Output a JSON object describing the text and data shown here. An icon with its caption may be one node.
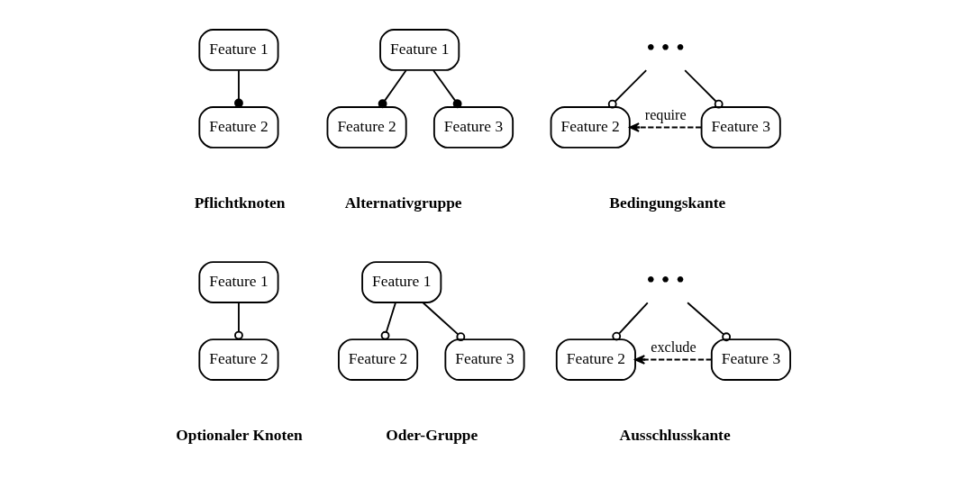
{
  "diagram": {
    "nodes": [
      {
        "text": [
          "Feature 1"
        ]
      },
      {
        "text": [
          "Feature 2"
        ]
      },
      {
        "text": [
          "Feature 1"
        ]
      },
      {
        "text": [
          "Feature 2"
        ]
      },
      {
        "text": [
          "Feature 3"
        ]
      },
      {
        "text": [
          "• • •"
        ]
      },
      {
        "text": [
          "Feature 2"
        ]
      },
      {
        "text": [
          "Feature 3"
        ]
      },
      {
        "text": [
          "Feature 1"
        ]
      },
      {
        "text": [
          "Feature 2"
        ]
      },
      {
        "text": [
          "Feature 1"
        ]
      },
      {
        "text": [
          "Feature 2"
        ]
      },
      {
        "text": [
          "Feature 3"
        ]
      },
      {
        "text": [
          "• • •"
        ]
      },
      {
        "text": [
          "Feature 2"
        ]
      },
      {
        "text": [
          "Feature 3"
        ]
      }
    ],
    "edges": [
      {
        "from": 0,
        "to": 1,
        "arrow": "other"
      },
      {
        "from": 2,
        "to": 3,
        "arrow": "other"
      },
      {
        "from": 2,
        "to": 4,
        "arrow": "other"
      },
      {
        "from": 5,
        "to": 6,
        "arrow": "other"
      },
      {
        "from": 5,
        "to": 7,
        "arrow": "other"
      },
      {
        "from": 7,
        "to": 6,
        "arrow": "to",
        "style": "dashed",
        "label": "require"
      },
      {
        "from": 8,
        "to": 9,
        "arrow": "other"
      },
      {
        "from": 10,
        "to": 11,
        "arrow": "other"
      },
      {
        "from": 10,
        "to": 12,
        "arrow": "other"
      },
      {
        "from": 13,
        "to": 14,
        "arrow": "other"
      },
      {
        "from": 13,
        "to": 15,
        "arrow": "other"
      },
      {
        "from": 15,
        "to": 14,
        "arrow": "to",
        "style": "dashed",
        "label": "exclude"
      }
    ],
    "labels": [
      "Pflichtknoten",
      "Alternativgruppe",
      "Bedingungskante",
      "Optionaler Knoten",
      "Oder-Gruppe",
      "Ausschlusskante"
    ]
  }
}
